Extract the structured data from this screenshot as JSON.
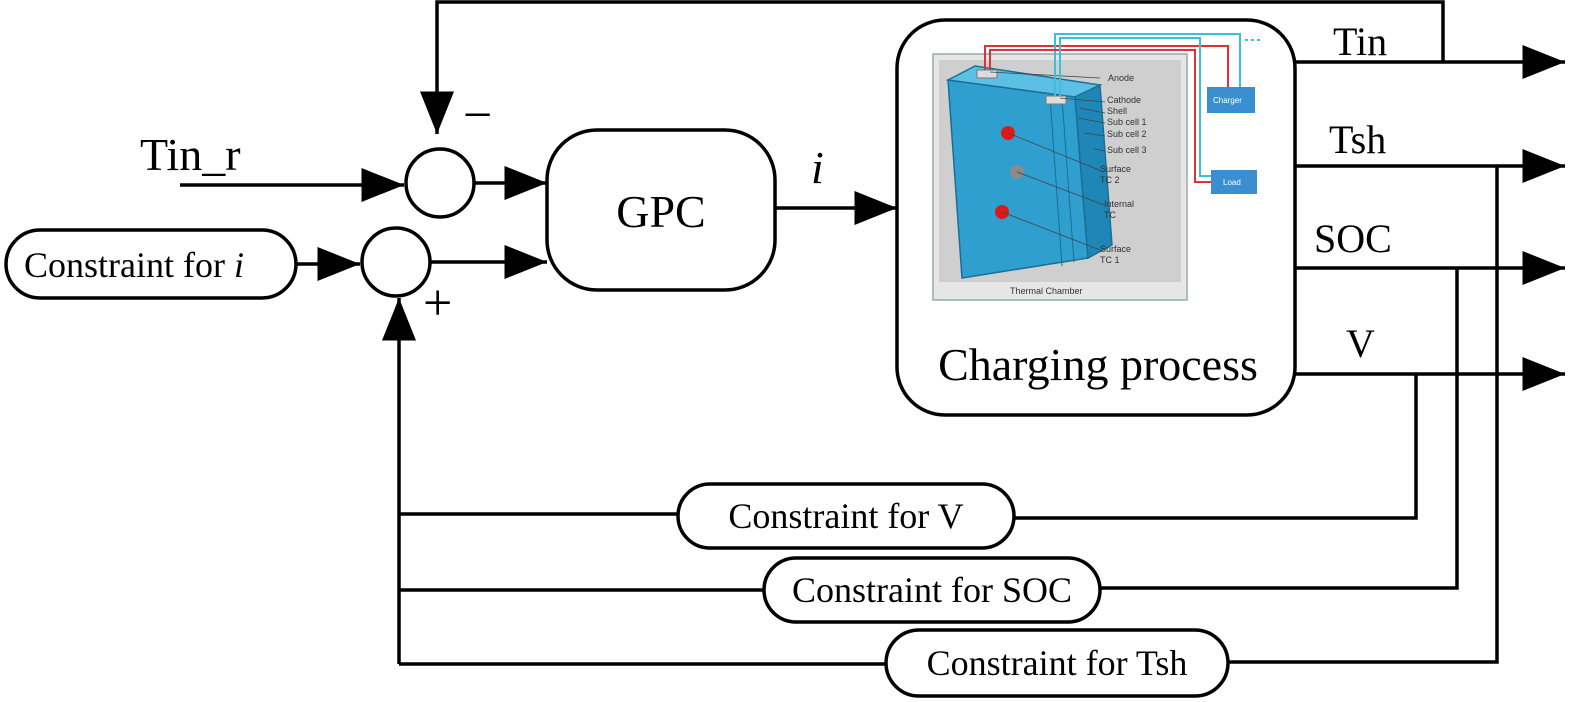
{
  "nodes": {
    "gpc": "GPC",
    "charging_process": "Charging process",
    "constraint_i_prefix": "Constraint for ",
    "constraint_i_var": "i",
    "constraint_v": "Constraint for V",
    "constraint_soc": "Constraint for SOC",
    "constraint_tsh": "Constraint for Tsh"
  },
  "signals": {
    "reference": "Tin_r",
    "control": "i",
    "outputs": [
      "Tin",
      "Tsh",
      "SOC",
      "V"
    ]
  },
  "signs": {
    "minus": "−",
    "plus": "+"
  },
  "battery_image": {
    "labels": [
      "Anode",
      "Cathode",
      "Shell",
      "Sub cell 1",
      "Sub cell 2",
      "Sub cell 3",
      "Surface",
      "TC 2",
      "Internal",
      "TC",
      "Surface",
      "TC 1"
    ],
    "chamber": "Thermal Chamber",
    "charger": "Charger",
    "load": "Load"
  }
}
